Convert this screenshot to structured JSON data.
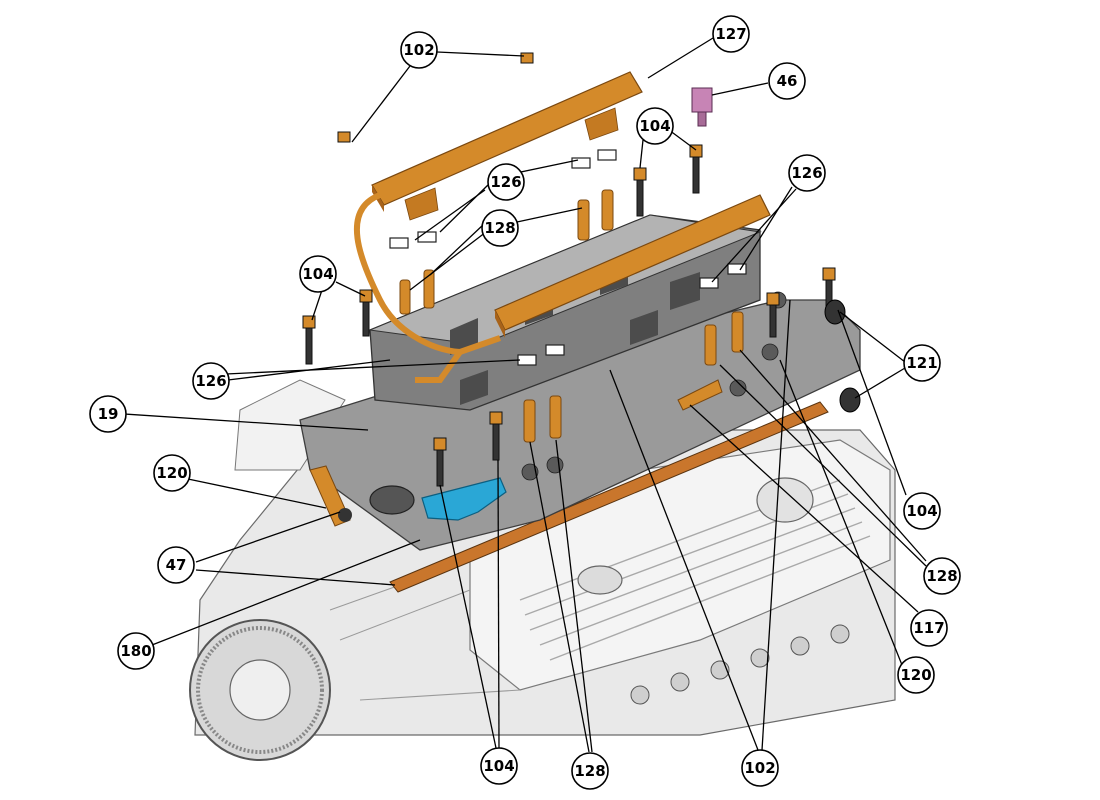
{
  "palette": {
    "part_orange": "#d48a2a",
    "part_orange_dark": "#a8631a",
    "manifold_gray": "#8f8f8f",
    "engine_light": "#e6e6e6",
    "bracket_blue": "#2aa7d6",
    "sensor_pink": "#c784b5",
    "gasket": "#c9762c"
  },
  "callouts": [
    {
      "label": "102"
    },
    {
      "label": "127"
    },
    {
      "label": "46"
    },
    {
      "label": "104"
    },
    {
      "label": "126"
    },
    {
      "label": "128"
    },
    {
      "label": "126"
    },
    {
      "label": "104"
    },
    {
      "label": "121"
    },
    {
      "label": "126"
    },
    {
      "label": "19"
    },
    {
      "label": "120"
    },
    {
      "label": "104"
    },
    {
      "label": "47"
    },
    {
      "label": "128"
    },
    {
      "label": "180"
    },
    {
      "label": "117"
    },
    {
      "label": "120"
    },
    {
      "label": "104"
    },
    {
      "label": "128"
    },
    {
      "label": "102"
    }
  ]
}
